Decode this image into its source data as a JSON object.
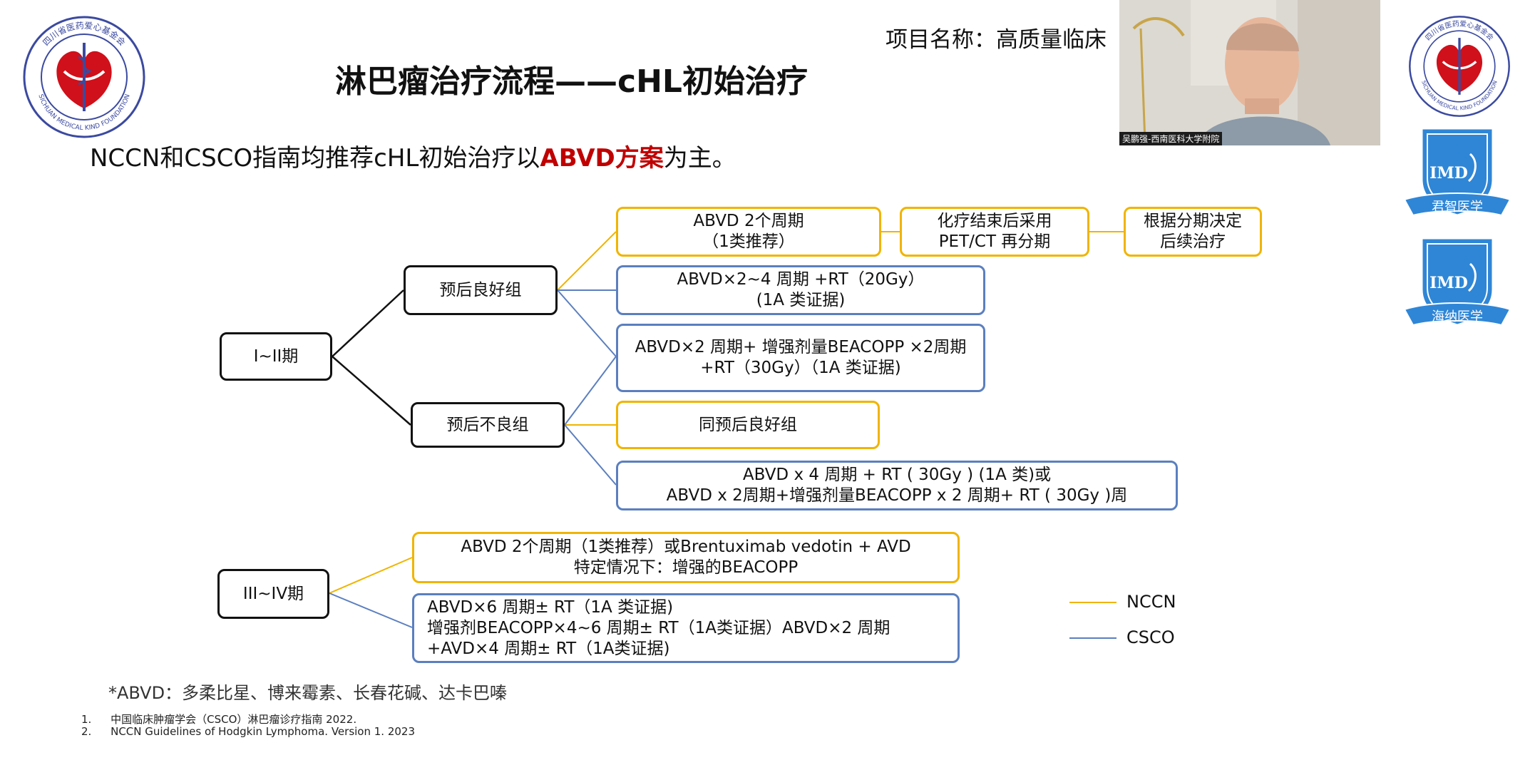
{
  "header": {
    "title": "淋巴瘤治疗流程——cHL初始治疗",
    "project": "项目名称：高质量临床"
  },
  "subtitle": {
    "pre": "NCCN和CSCO指南均推荐cHL初始治疗以",
    "highlight": "ABVD方案",
    "post": "为主。"
  },
  "flow": {
    "stage1": "I~II期",
    "good": "预后良好组",
    "poor": "预后不良组",
    "g_nccn_l1": "ABVD 2个周期",
    "g_nccn_l2": "（1类推荐）",
    "pet_l1": "化疗结束后采用",
    "pet_l2": "PET/CT 再分期",
    "decide_l1": "根据分期决定",
    "decide_l2": "后续治疗",
    "g_csco_l1": "ABVD×2~4 周期 +RT（20Gy）",
    "g_csco_l2": "(1A 类证据)",
    "p_both_l1": "ABVD×2 周期+ 增强剂量BEACOPP ×2周期",
    "p_both_l2": "+RT（30Gy）（1A 类证据)",
    "p_nccn": "同预后良好组",
    "p_csco_l1": "ABVD x 4 周期 + RT ( 30Gy ) (1A 类)或",
    "p_csco_l2": "ABVD x 2周期+增强剂量BEACOPP x 2 周期+ RT ( 30Gy )周",
    "stage3": "III~IV期",
    "s3_nccn_l1": "ABVD 2个周期（1类推荐）或Brentuximab vedotin + AVD",
    "s3_nccn_l2": "特定情况下：增强的BEACOPP",
    "s3_csco_l1": "ABVD×6 周期± RT（1A 类证据)",
    "s3_csco_l2": "增强剂BEACOPP×4~6 周期± RT（1A类证据）ABVD×2 周期",
    "s3_csco_l3": "+AVD×4 周期± RT（1A类证据)"
  },
  "legend": {
    "nccn": "NCCN",
    "csco": "CSCO",
    "nccn_color": "#f0b400",
    "csco_color": "#5b7fbf"
  },
  "footnote": "*ABVD：多柔比星、博来霉素、长春花碱、达卡巴嗪",
  "references": [
    "中国临床肿瘤学会（CSCO）淋巴瘤诊疗指南 2022.",
    "NCCN Guidelines of Hodgkin Lymphoma. Version 1. 2023"
  ],
  "video": {
    "caption": "吴鹏强-西南医科大学附院"
  },
  "logos": {
    "seal_top": "四川省医药爱心基金会",
    "seal_bottom": "SICHUAN MEDICAL KIND FOUNDATION",
    "badge1_code": "IMD",
    "badge1_ribbon": "君智医学",
    "badge2_code": "IMD",
    "badge2_ribbon": "海纳医学"
  }
}
